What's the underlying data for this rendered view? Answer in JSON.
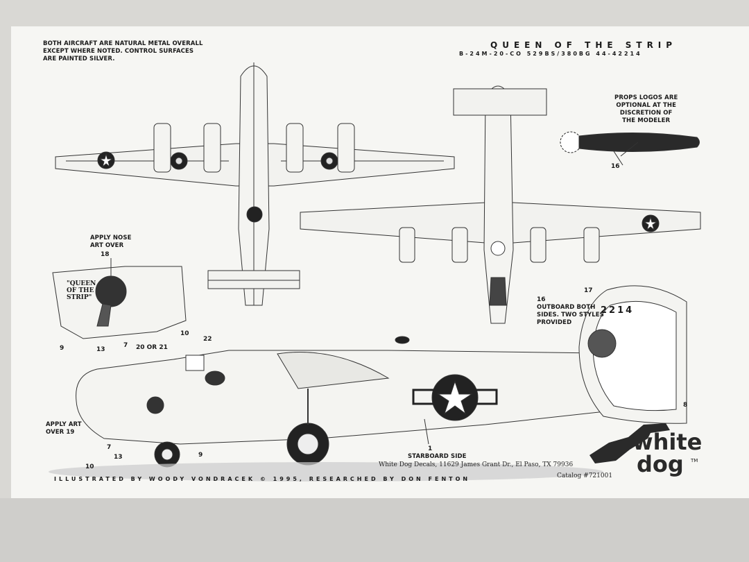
{
  "notes": {
    "general": [
      "BOTH AIRCRAFT ARE NATURAL METAL OVERALL",
      "EXCEPT WHERE NOTED. CONTROL SURFACES",
      "ARE PAINTED SILVER."
    ],
    "props": [
      "PROPS LOGOS ARE",
      "OPTIONAL AT THE",
      "DISCRETION OF",
      "THE MODELER"
    ],
    "nose_art": [
      "APPLY NOSE",
      "ART OVER"
    ],
    "apply_art": [
      "APPLY ART",
      "OVER 19"
    ],
    "outboard": [
      "OUTBOARD BOTH",
      "SIDES. TWO STYLES",
      "PROVIDED"
    ],
    "starboard": "STARBOARD SIDE"
  },
  "title": "QUEEN OF THE STRIP",
  "subtitle": "B-24M-20-CO   529BS/380BG   44-42214",
  "tail_number": "2214",
  "nose_art_text": [
    "\"QUEEN",
    "OF THE",
    "STRIP\""
  ],
  "callouts": {
    "n16_prop": "16",
    "n18": "18",
    "n9_nose": "9",
    "n13_nose": "13",
    "n7_nose": "7",
    "n10_nose": "10",
    "n20": "20 OR 21",
    "n22": "22",
    "n17": "17",
    "n16_tail": "16",
    "n8": "8",
    "n1": "1",
    "n7_side": "7",
    "n13_side": "13",
    "n10_side": "10",
    "n9_side": "9"
  },
  "credits": "ILLUSTRATED BY WOODY VONDRACEK © 1995, RESEARCHED BY DON FENTON",
  "address": "White Dog Decals, 11629 James Grant Dr., El Paso, TX 79936",
  "catalog": "Catalog #721001",
  "logo": {
    "word1": "white",
    "word2": "dog",
    "tm": "TM"
  },
  "colors": {
    "ink": "#1a1a1a",
    "paper": "#f6f6f3",
    "logo": "#2a2a2a"
  }
}
